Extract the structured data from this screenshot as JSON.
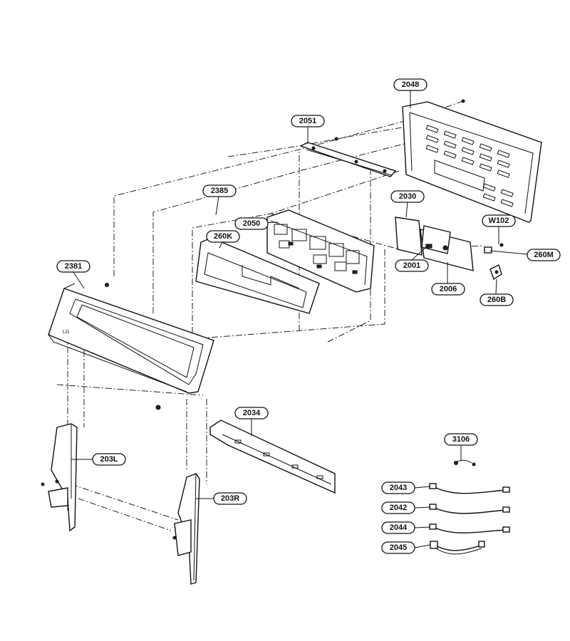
{
  "callouts": {
    "c2048": "2048",
    "c2051": "2051",
    "c2385": "2385",
    "c2050": "2050",
    "c260K": "260K",
    "c2030": "2030",
    "cW102": "W102",
    "c260M": "260M",
    "c2001": "2001",
    "c2006": "2006",
    "c260B": "260B",
    "c2381": "2381",
    "c2034": "2034",
    "c3106": "3106",
    "c203L": "203L",
    "c203R": "203R",
    "c2043": "2043",
    "c2042": "2042",
    "c2044": "2044",
    "c2045": "2045"
  },
  "colors": {
    "line": "#111111",
    "background": "#ffffff"
  }
}
